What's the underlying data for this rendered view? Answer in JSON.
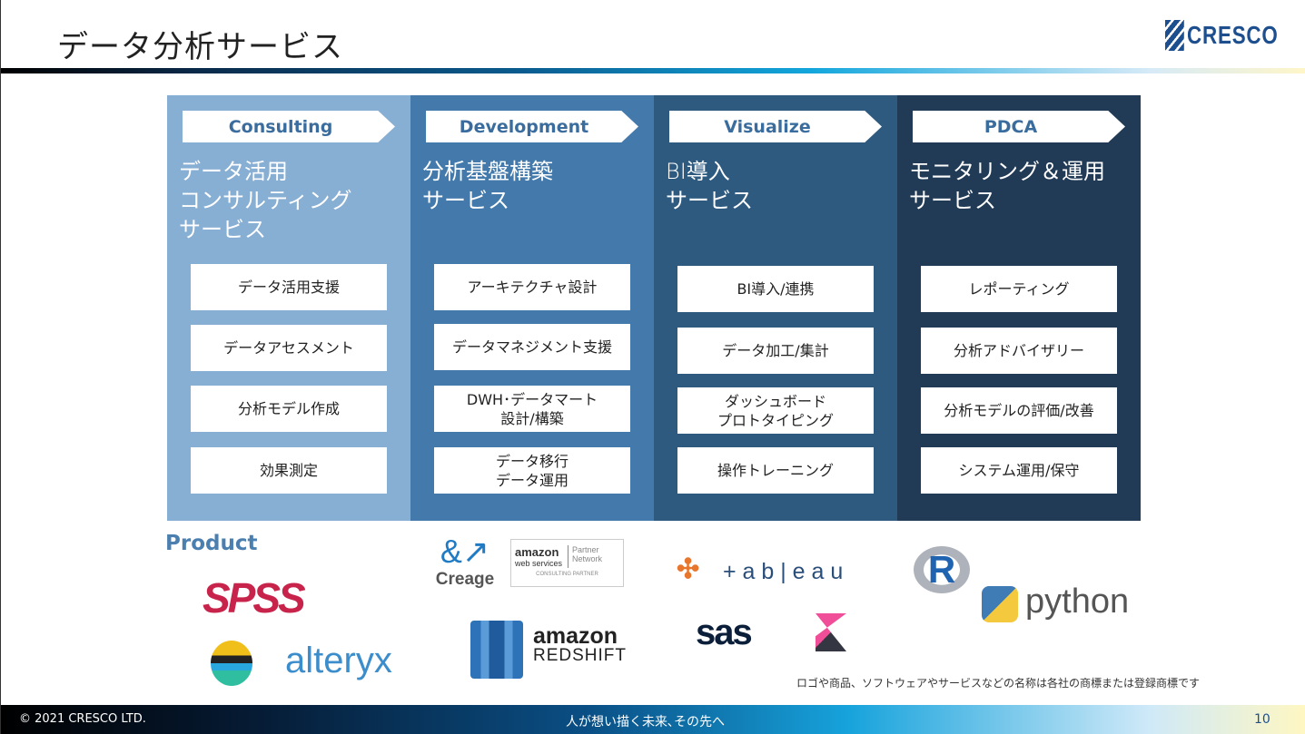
{
  "header": {
    "title": "データ分析サービス",
    "logo": "CRESCO"
  },
  "columns": [
    {
      "label": "Consulting",
      "title": "データ活用\nコンサルティング\nサービス",
      "color": "#87aed3",
      "items": [
        "データ活用支援",
        "データアセスメント",
        "分析モデル作成",
        "効果測定"
      ]
    },
    {
      "label": "Development",
      "title": "分析基盤構築\nサービス",
      "color": "#437aab",
      "items": [
        "アーキテクチャ設計",
        "データマネジメント支援",
        "DWH･データマート\n設計/構築",
        "データ移行\nデータ運用"
      ]
    },
    {
      "label": "Visualize",
      "title": "BI導入\nサービス",
      "color": "#2e5a80",
      "items": [
        "BI導入/連携",
        "データ加工/集計",
        "ダッシュボード\nプロトタイピング",
        "操作トレーニング"
      ]
    },
    {
      "label": "PDCA",
      "title": "モニタリング＆運用\nサービス",
      "color": "#213a55",
      "items": [
        "レポーティング",
        "分析アドバイザリー",
        "分析モデルの評価/改善",
        "システム運用/保守"
      ]
    }
  ],
  "products": {
    "heading": "Product",
    "spss": "SPSS",
    "alteryx": "alteryx",
    "creage": "Creage",
    "aws_amazon": "amazon",
    "aws_ws": "web services",
    "aws_partner": "Partner Network",
    "aws_consulting": "CONSULTING PARTNER",
    "redshift_amazon": "amazon",
    "redshift": "REDSHIFT",
    "tableau": "+ a b | e a u",
    "sas": "sas",
    "r": "R",
    "python": "python"
  },
  "note": "ロゴや商品、ソフトウェアやサービスなどの名称は各社の商標または登録商標です",
  "footer": {
    "copyright": "© 2021 CRESCO LTD.",
    "slogan": "人が想い描く未来､その先へ",
    "page": "10"
  }
}
